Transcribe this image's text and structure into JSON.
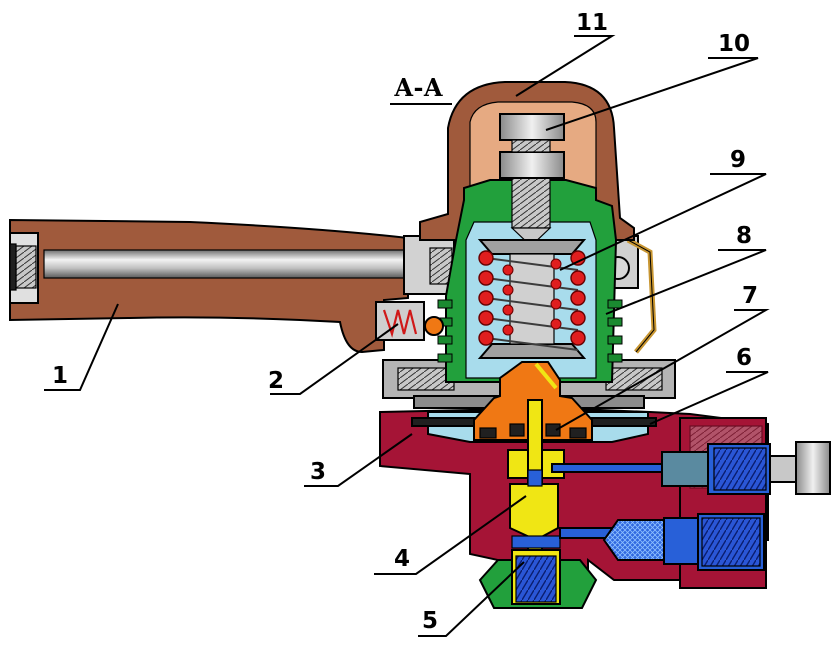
{
  "section_label": "А-А",
  "callouts": [
    "1",
    "2",
    "3",
    "4",
    "5",
    "6",
    "7",
    "8",
    "9",
    "10",
    "11"
  ],
  "colors": {
    "handle_and_cap": "#a05a3c",
    "cap_inner": "#e6aa82",
    "body": "#a51436",
    "spring_housing": "#22a03c",
    "chamber": "#a8dcec",
    "valve_seat": "#f07814",
    "stem": "#f0e614",
    "blue_parts": "#2860d8",
    "springs": "#e01e1e",
    "metal_grey": "#a0a0a0",
    "collar_brown": "#c89632"
  }
}
